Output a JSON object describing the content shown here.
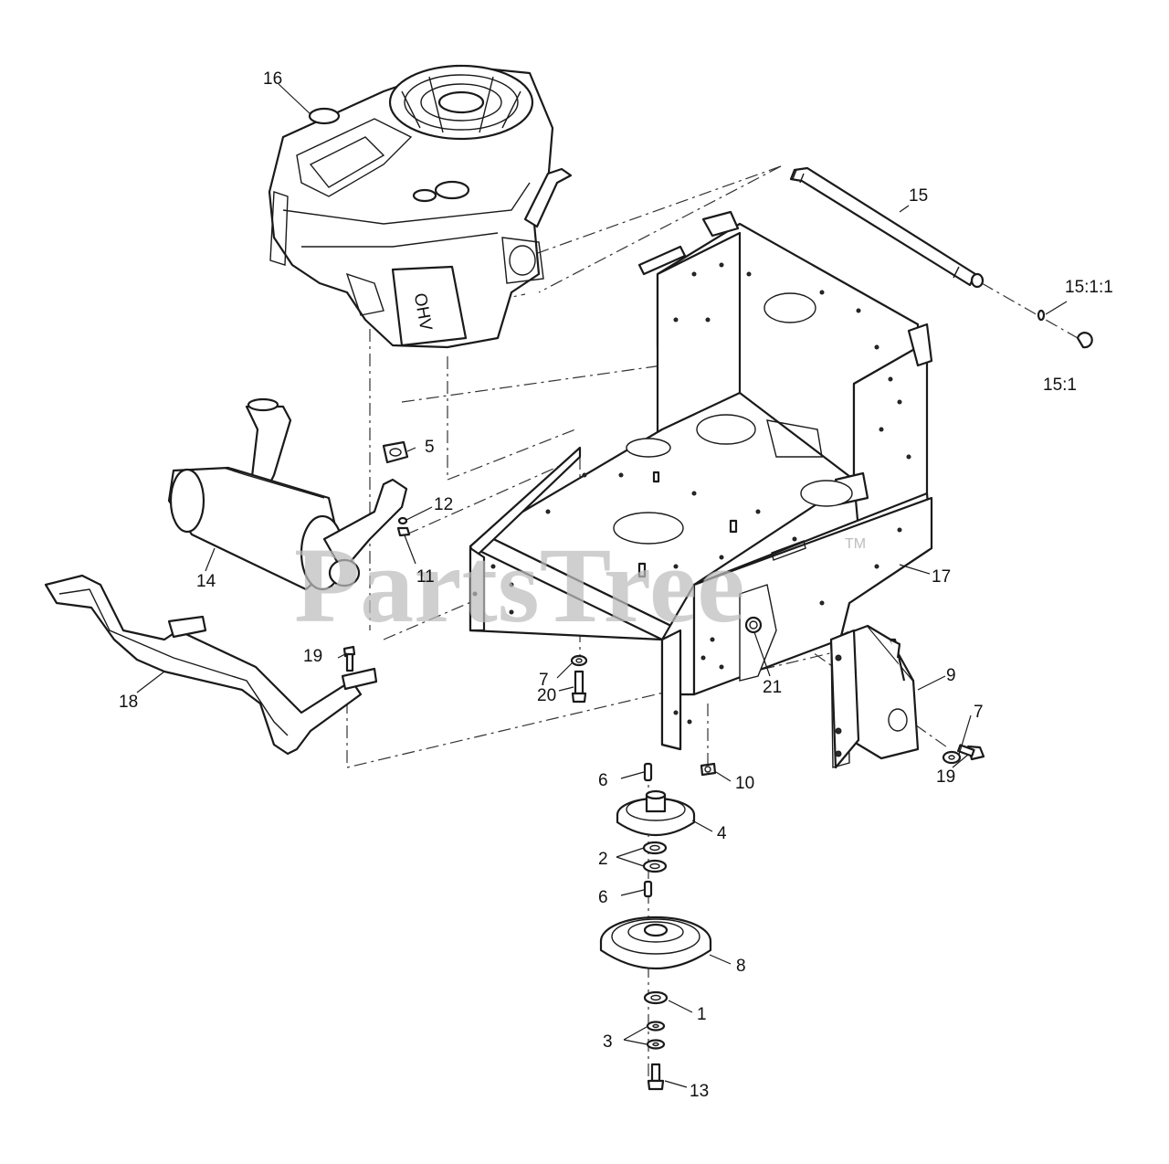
{
  "watermark": {
    "text": "PartsTree",
    "tm": "TM"
  },
  "callouts": [
    {
      "id": "c16",
      "label": "16"
    },
    {
      "id": "c15",
      "label": "15"
    },
    {
      "id": "c15-1-1",
      "label": "15:1:1"
    },
    {
      "id": "c15-1",
      "label": "15:1"
    },
    {
      "id": "c5",
      "label": "5"
    },
    {
      "id": "c12",
      "label": "12"
    },
    {
      "id": "c11",
      "label": "11"
    },
    {
      "id": "c14",
      "label": "14"
    },
    {
      "id": "c17",
      "label": "17"
    },
    {
      "id": "c19a",
      "label": "19"
    },
    {
      "id": "c18",
      "label": "18"
    },
    {
      "id": "c7a",
      "label": "7"
    },
    {
      "id": "c20",
      "label": "20"
    },
    {
      "id": "c21",
      "label": "21"
    },
    {
      "id": "c9",
      "label": "9"
    },
    {
      "id": "c7b",
      "label": "7"
    },
    {
      "id": "c19b",
      "label": "19"
    },
    {
      "id": "c6a",
      "label": "6"
    },
    {
      "id": "c10",
      "label": "10"
    },
    {
      "id": "c4",
      "label": "4"
    },
    {
      "id": "c2",
      "label": "2"
    },
    {
      "id": "c6b",
      "label": "6"
    },
    {
      "id": "c8",
      "label": "8"
    },
    {
      "id": "c1",
      "label": "1"
    },
    {
      "id": "c3",
      "label": "3"
    },
    {
      "id": "c13",
      "label": "13"
    }
  ],
  "engine_decal": "OHV"
}
